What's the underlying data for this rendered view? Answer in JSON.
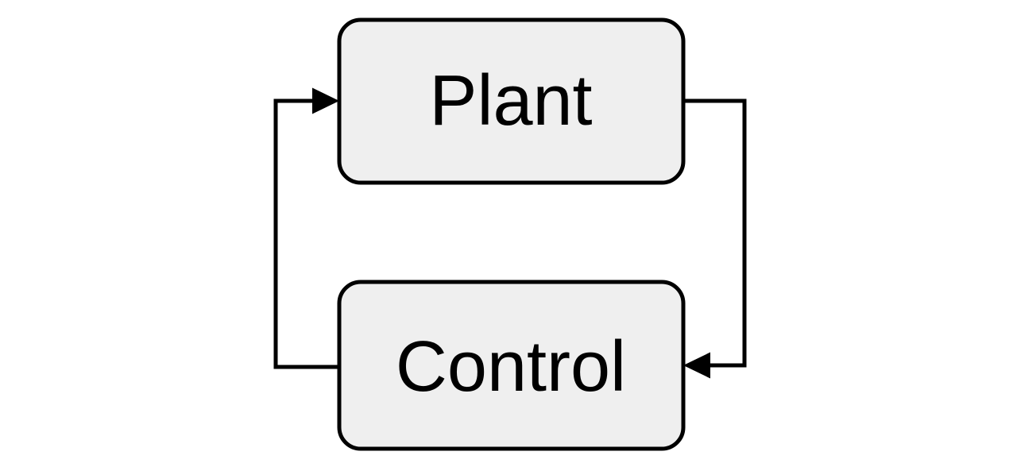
{
  "diagram": {
    "type": "block-diagram",
    "nodes": [
      {
        "id": "plant",
        "label": "Plant",
        "shape": "rounded-rectangle"
      },
      {
        "id": "control",
        "label": "Control",
        "shape": "rounded-rectangle"
      }
    ],
    "edges": [
      {
        "from": "plant",
        "to": "control",
        "route": "right-side-down",
        "arrowhead": "points-left-into-control"
      },
      {
        "from": "control",
        "to": "plant",
        "route": "left-side-up",
        "arrowhead": "points-right-into-plant"
      }
    ],
    "colors": {
      "node_fill": "#efefef",
      "node_stroke": "#000000",
      "edge_stroke": "#000000",
      "label_color": "#000000",
      "background": "#ffffff"
    }
  }
}
